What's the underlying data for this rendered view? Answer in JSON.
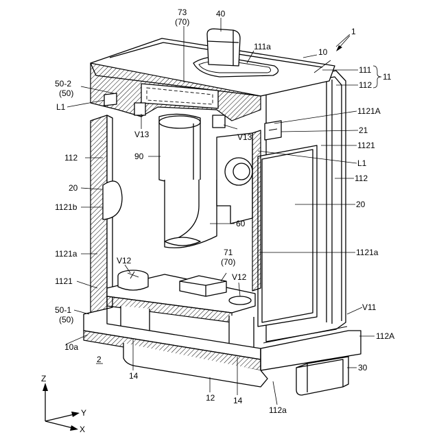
{
  "figure": {
    "labels": {
      "l73": "73",
      "l70_top": "(70)",
      "l40": "40",
      "l1": "1",
      "l111a": "111a",
      "l10_top": "10",
      "l111": "111",
      "l11": "11",
      "l112_right_top": "112",
      "l50_2": "50-2",
      "l50_top": "(50)",
      "l1121A": "1121A",
      "l21": "21",
      "lL1_left": "L1",
      "lV13_left": "V13",
      "lV13_right": "V13",
      "l1121_right": "1121",
      "l112_left": "112",
      "l90": "90",
      "lL1_right": "L1",
      "l112_right_mid": "112",
      "l20_left": "20",
      "l20_right": "20",
      "l1121b": "1121b",
      "l60": "60",
      "l1121a_left": "1121a",
      "l1121a_right": "1121a",
      "l71": "71",
      "l70_mid": "(70)",
      "lV12_left": "V12",
      "lV12_right": "V12",
      "l1121_left": "1121",
      "l50_1": "50-1",
      "l50_bottom": "(50)",
      "lV11": "V11",
      "l112A": "112A",
      "l10a": "10a",
      "l2": "2",
      "l30": "30",
      "l14_left": "14",
      "l14_right": "14",
      "l12": "12",
      "l112a": "112a",
      "axisZ": "Z",
      "axisY": "Y",
      "axisX": "X"
    }
  }
}
